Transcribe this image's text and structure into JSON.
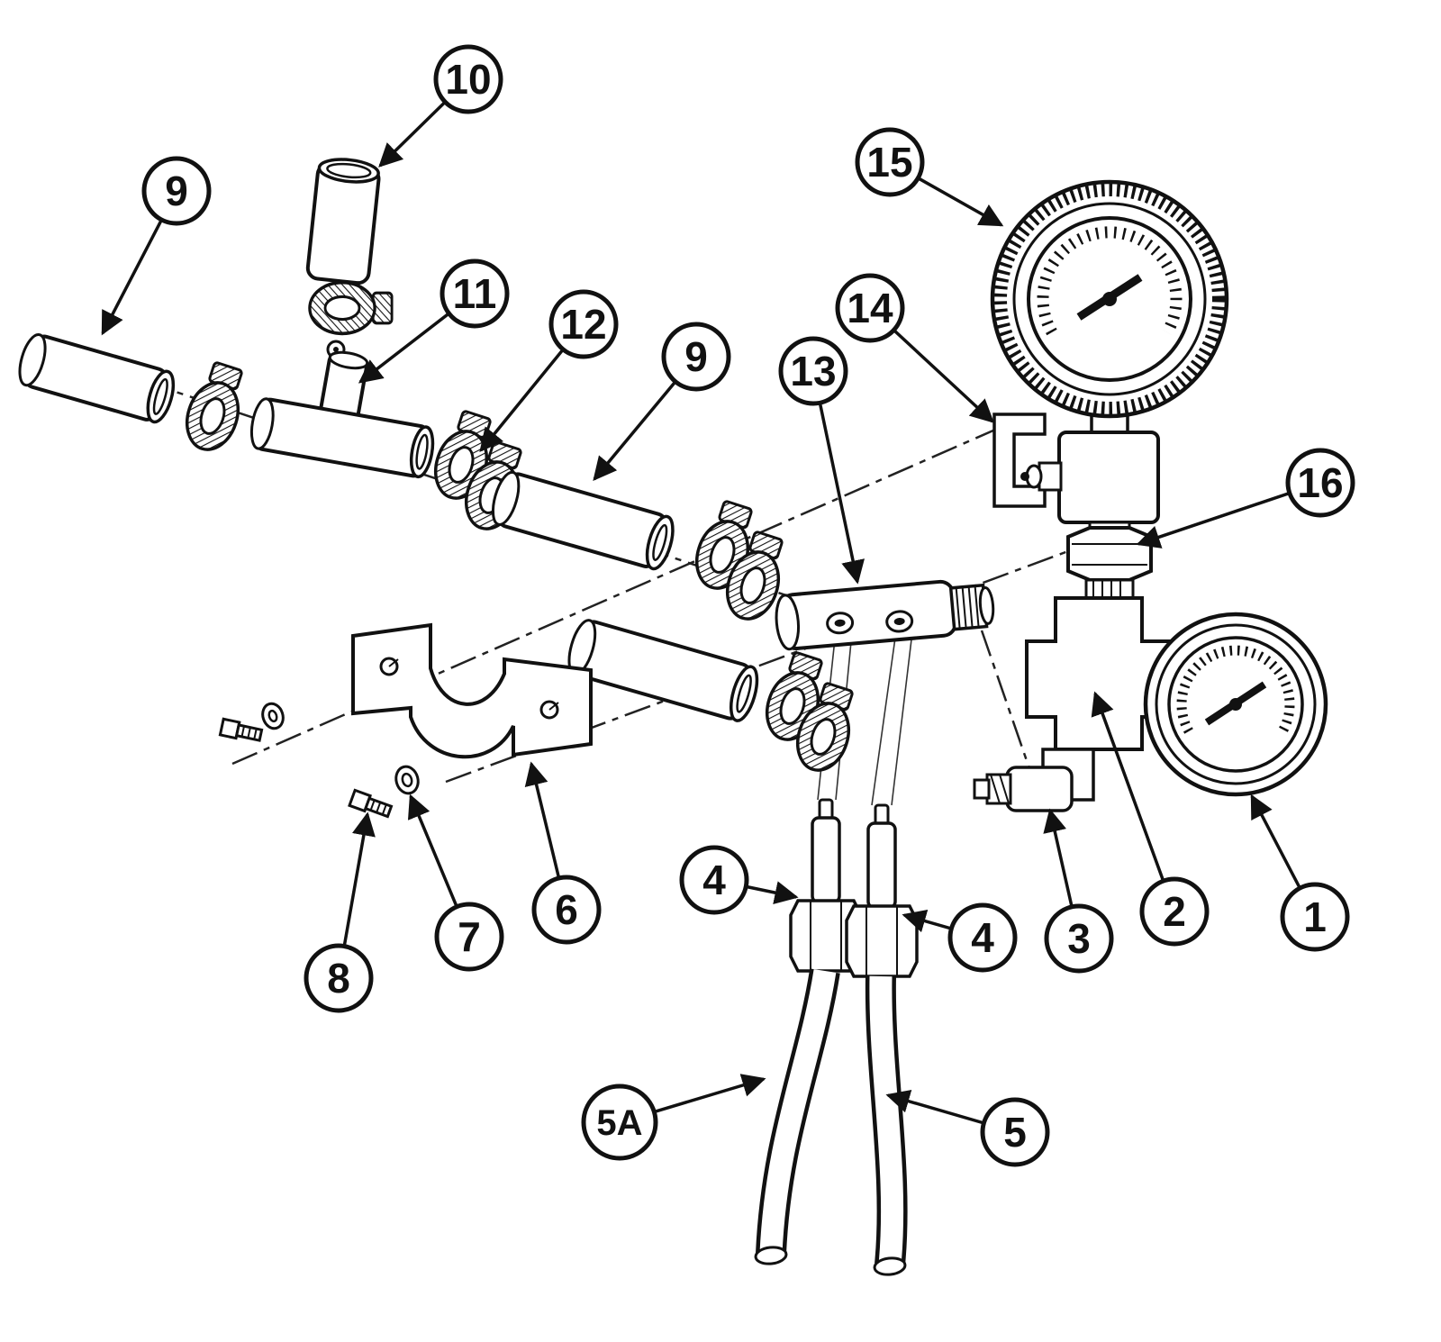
{
  "palette": {
    "line": "#111111",
    "background": "#ffffff"
  },
  "callouts": [
    {
      "label": "10",
      "part": "rubber-tube"
    },
    {
      "label": "9",
      "part": "hose-pipe-left"
    },
    {
      "label": "11",
      "part": "tee-fitting"
    },
    {
      "label": "12",
      "part": "hose-clamps"
    },
    {
      "label": "9",
      "part": "hose-pipe-middle"
    },
    {
      "label": "15",
      "part": "large-gauge"
    },
    {
      "label": "14",
      "part": "mounting-clip"
    },
    {
      "label": "13",
      "part": "manifold"
    },
    {
      "label": "16",
      "part": "union-nut"
    },
    {
      "label": "1",
      "part": "small-gauge"
    },
    {
      "label": "2",
      "part": "cross-block"
    },
    {
      "label": "3",
      "part": "elbow-fitting"
    },
    {
      "label": "4",
      "part": "hose-fitting-left"
    },
    {
      "label": "4",
      "part": "hose-fitting-right"
    },
    {
      "label": "5A",
      "part": "hose-left"
    },
    {
      "label": "5",
      "part": "hose-right"
    },
    {
      "label": "6",
      "part": "bracket"
    },
    {
      "label": "7",
      "part": "washer"
    },
    {
      "label": "8",
      "part": "bolt"
    }
  ]
}
